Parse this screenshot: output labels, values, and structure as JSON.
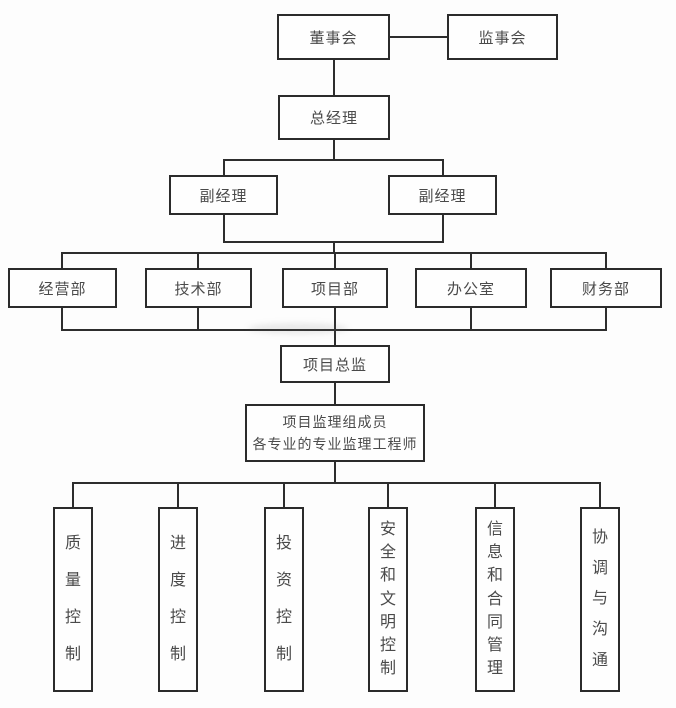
{
  "chart": {
    "type": "org-chart",
    "board": "董事会",
    "supervisory_board": "监事会",
    "general_manager": "总经理",
    "deputy_managers": [
      "副经理",
      "副经理"
    ],
    "departments": [
      "经营部",
      "技术部",
      "项目部",
      "办公室",
      "财务部"
    ],
    "project_director": "项目总监",
    "supervision_team": {
      "line1": "项目监理组成员",
      "line2": "各专业的专业监理工程师"
    },
    "functions": [
      "质量控制",
      "进度控制",
      "投资控制",
      "安全和文明控制",
      "信息和合同管理",
      "协调与沟通"
    ]
  },
  "colors": {
    "line": "#2d2d2d",
    "box_border": "#2b2b2b",
    "box_fill": "#fefefe",
    "text": "#4a4a4a",
    "background": "#fdfdfd"
  }
}
